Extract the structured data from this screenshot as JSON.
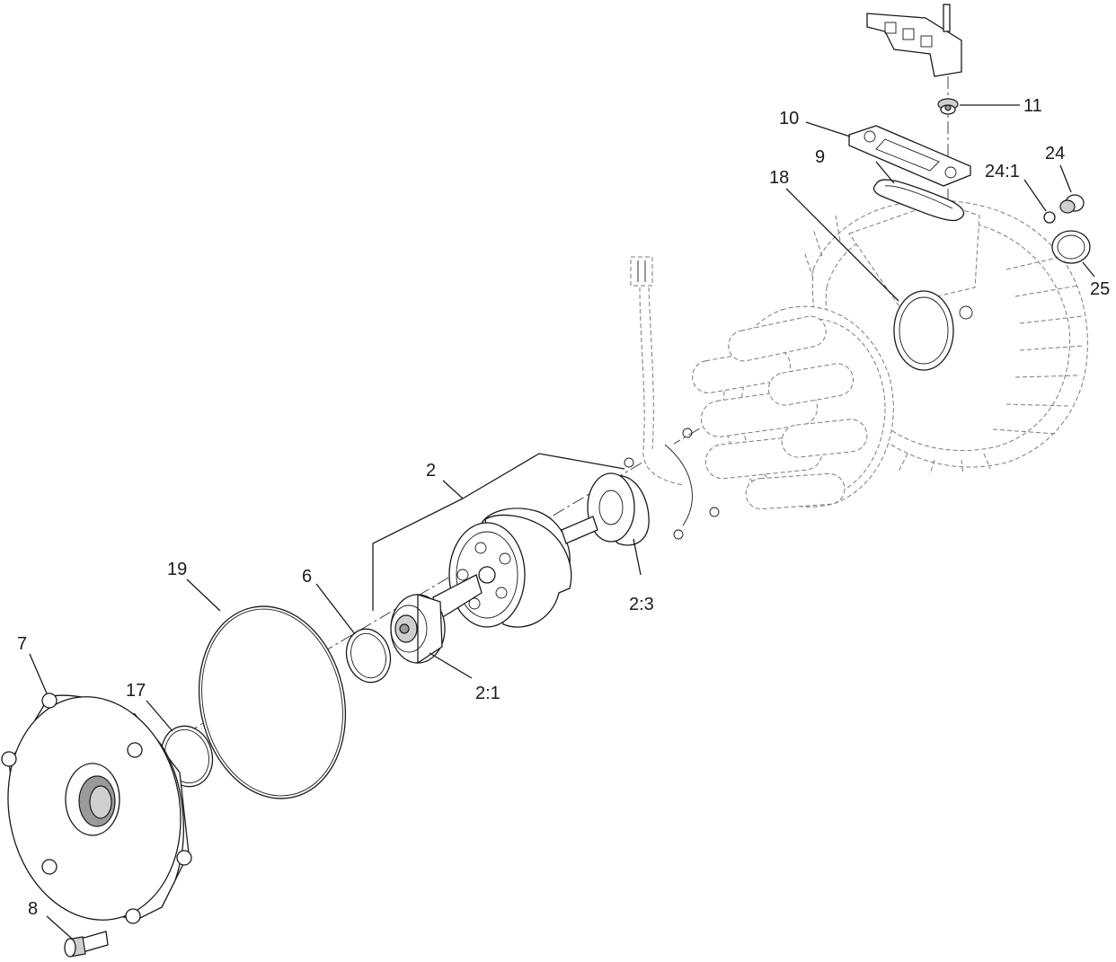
{
  "callouts": {
    "c2": "2",
    "c2_1": "2:1",
    "c2_3": "2:3",
    "c6": "6",
    "c7": "7",
    "c8": "8",
    "c9": "9",
    "c10": "10",
    "c11": "11",
    "c17": "17",
    "c18": "18",
    "c19": "19",
    "c24": "24",
    "c24_1": "24:1",
    "c25": "25"
  }
}
